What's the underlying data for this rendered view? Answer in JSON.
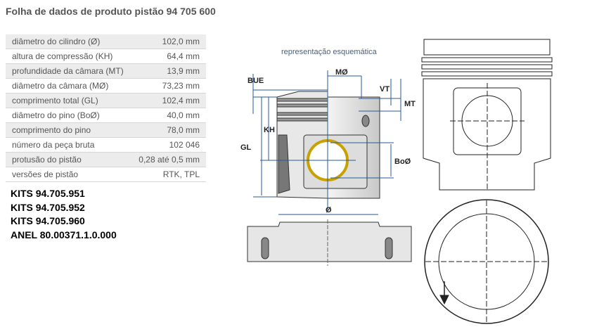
{
  "title": "Folha de dados de produto pistão 94 705 600",
  "specs": [
    {
      "label": "diâmetro do cilindro (Ø)",
      "value": "102,0 mm"
    },
    {
      "label": "altura de compressão (KH)",
      "value": "64,4 mm"
    },
    {
      "label": "profundidade da câmara (MT)",
      "value": "13,9 mm"
    },
    {
      "label": "diâmetro da câmara (MØ)",
      "value": "73,23 mm"
    },
    {
      "label": "comprimento total (GL)",
      "value": "102,4 mm"
    },
    {
      "label": "diâmetro do pino (BoØ)",
      "value": "40,0 mm"
    },
    {
      "label": "comprimento do pino",
      "value": "78,0 mm"
    },
    {
      "label": "número da peça bruta",
      "value": "102 046"
    },
    {
      "label": "protusão do pistão",
      "value": "0,28 até 0,5 mm"
    },
    {
      "label": "versões de pistão",
      "value": "RTK, TPL"
    }
  ],
  "kits": [
    "KITS 94.705.951",
    "KITS 94.705.952",
    "KITS 94.705.960",
    "ANEL 80.00371.1.0.000"
  ],
  "diagram": {
    "caption": "representação esquemática",
    "labels": {
      "bue": "BUE",
      "mo": "MØ",
      "vt": "VT",
      "mt": "MT",
      "kh": "KH",
      "gl": "GL",
      "boo": "BoØ",
      "dia": "Ø"
    }
  }
}
